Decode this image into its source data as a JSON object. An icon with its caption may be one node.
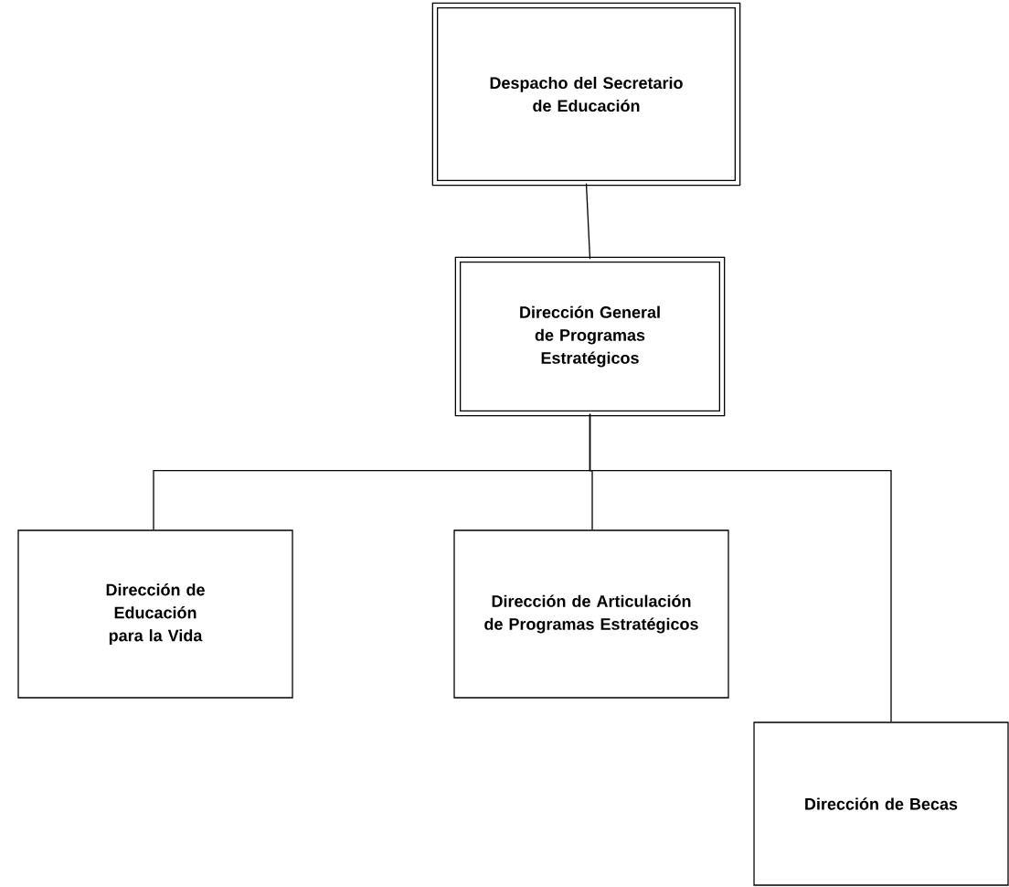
{
  "diagram": {
    "nodes": [
      {
        "text": [
          "Despacho del Secretario de Educación"
        ]
      },
      {
        "text": [
          "Dirección General de Programas Estratégicos"
        ]
      },
      {
        "text": [
          "Dirección de Educación para la Vida"
        ]
      },
      {
        "text": [
          "Dirección de Articulación de Programas Estratégicos"
        ]
      },
      {
        "text": [
          "Dirección de Becas"
        ]
      }
    ],
    "edges": [
      {
        "from": 0,
        "to": 1,
        "arrow": "none"
      },
      {
        "from": 1,
        "to": 2,
        "arrow": "none"
      },
      {
        "from": 1,
        "to": 3,
        "arrow": "none"
      },
      {
        "from": 1,
        "to": 4,
        "arrow": "none"
      }
    ]
  }
}
